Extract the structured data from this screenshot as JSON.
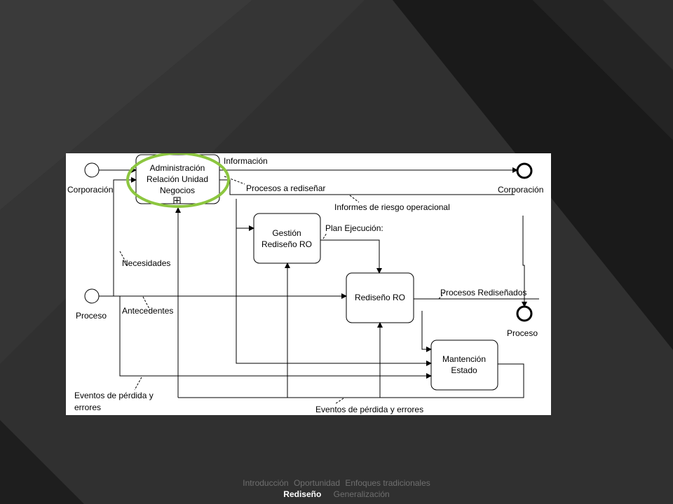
{
  "diagram": {
    "tasks": {
      "admin": [
        "Administración",
        "Relación Unidad",
        "Negocios"
      ],
      "gestion": [
        "Gestión",
        "Rediseño RO"
      ],
      "rediseno": [
        "Rediseño RO"
      ],
      "mantencion": [
        "Mantención",
        "Estado"
      ]
    },
    "events": {
      "start_corporacion": "Corporación",
      "start_proceso": "Proceso",
      "end_corporacion": "Corporación",
      "end_proceso": "Proceso"
    },
    "labels": {
      "informacion": "Información",
      "procesos_redisenar": "Procesos a rediseñar",
      "informes_riesgo": "Informes de riesgo operacional",
      "plan_ejecucion": "Plan Ejecución:",
      "necesidades": "Necesidades",
      "antecedentes": "Antecedentes",
      "procesos_redisenados": "Procesos Rediseñados",
      "eventos_perdida_1": "Eventos de pérdida y",
      "eventos_perdida_2": "errores",
      "eventos_perdida_bottom": "Eventos de pérdida y errores"
    },
    "highlight_color": "#8cc63f"
  },
  "footer": {
    "items": [
      "Introducción",
      "Oportunidad",
      "Enfoques tradicionales"
    ],
    "active": "Rediseño",
    "last": "Generalización"
  }
}
